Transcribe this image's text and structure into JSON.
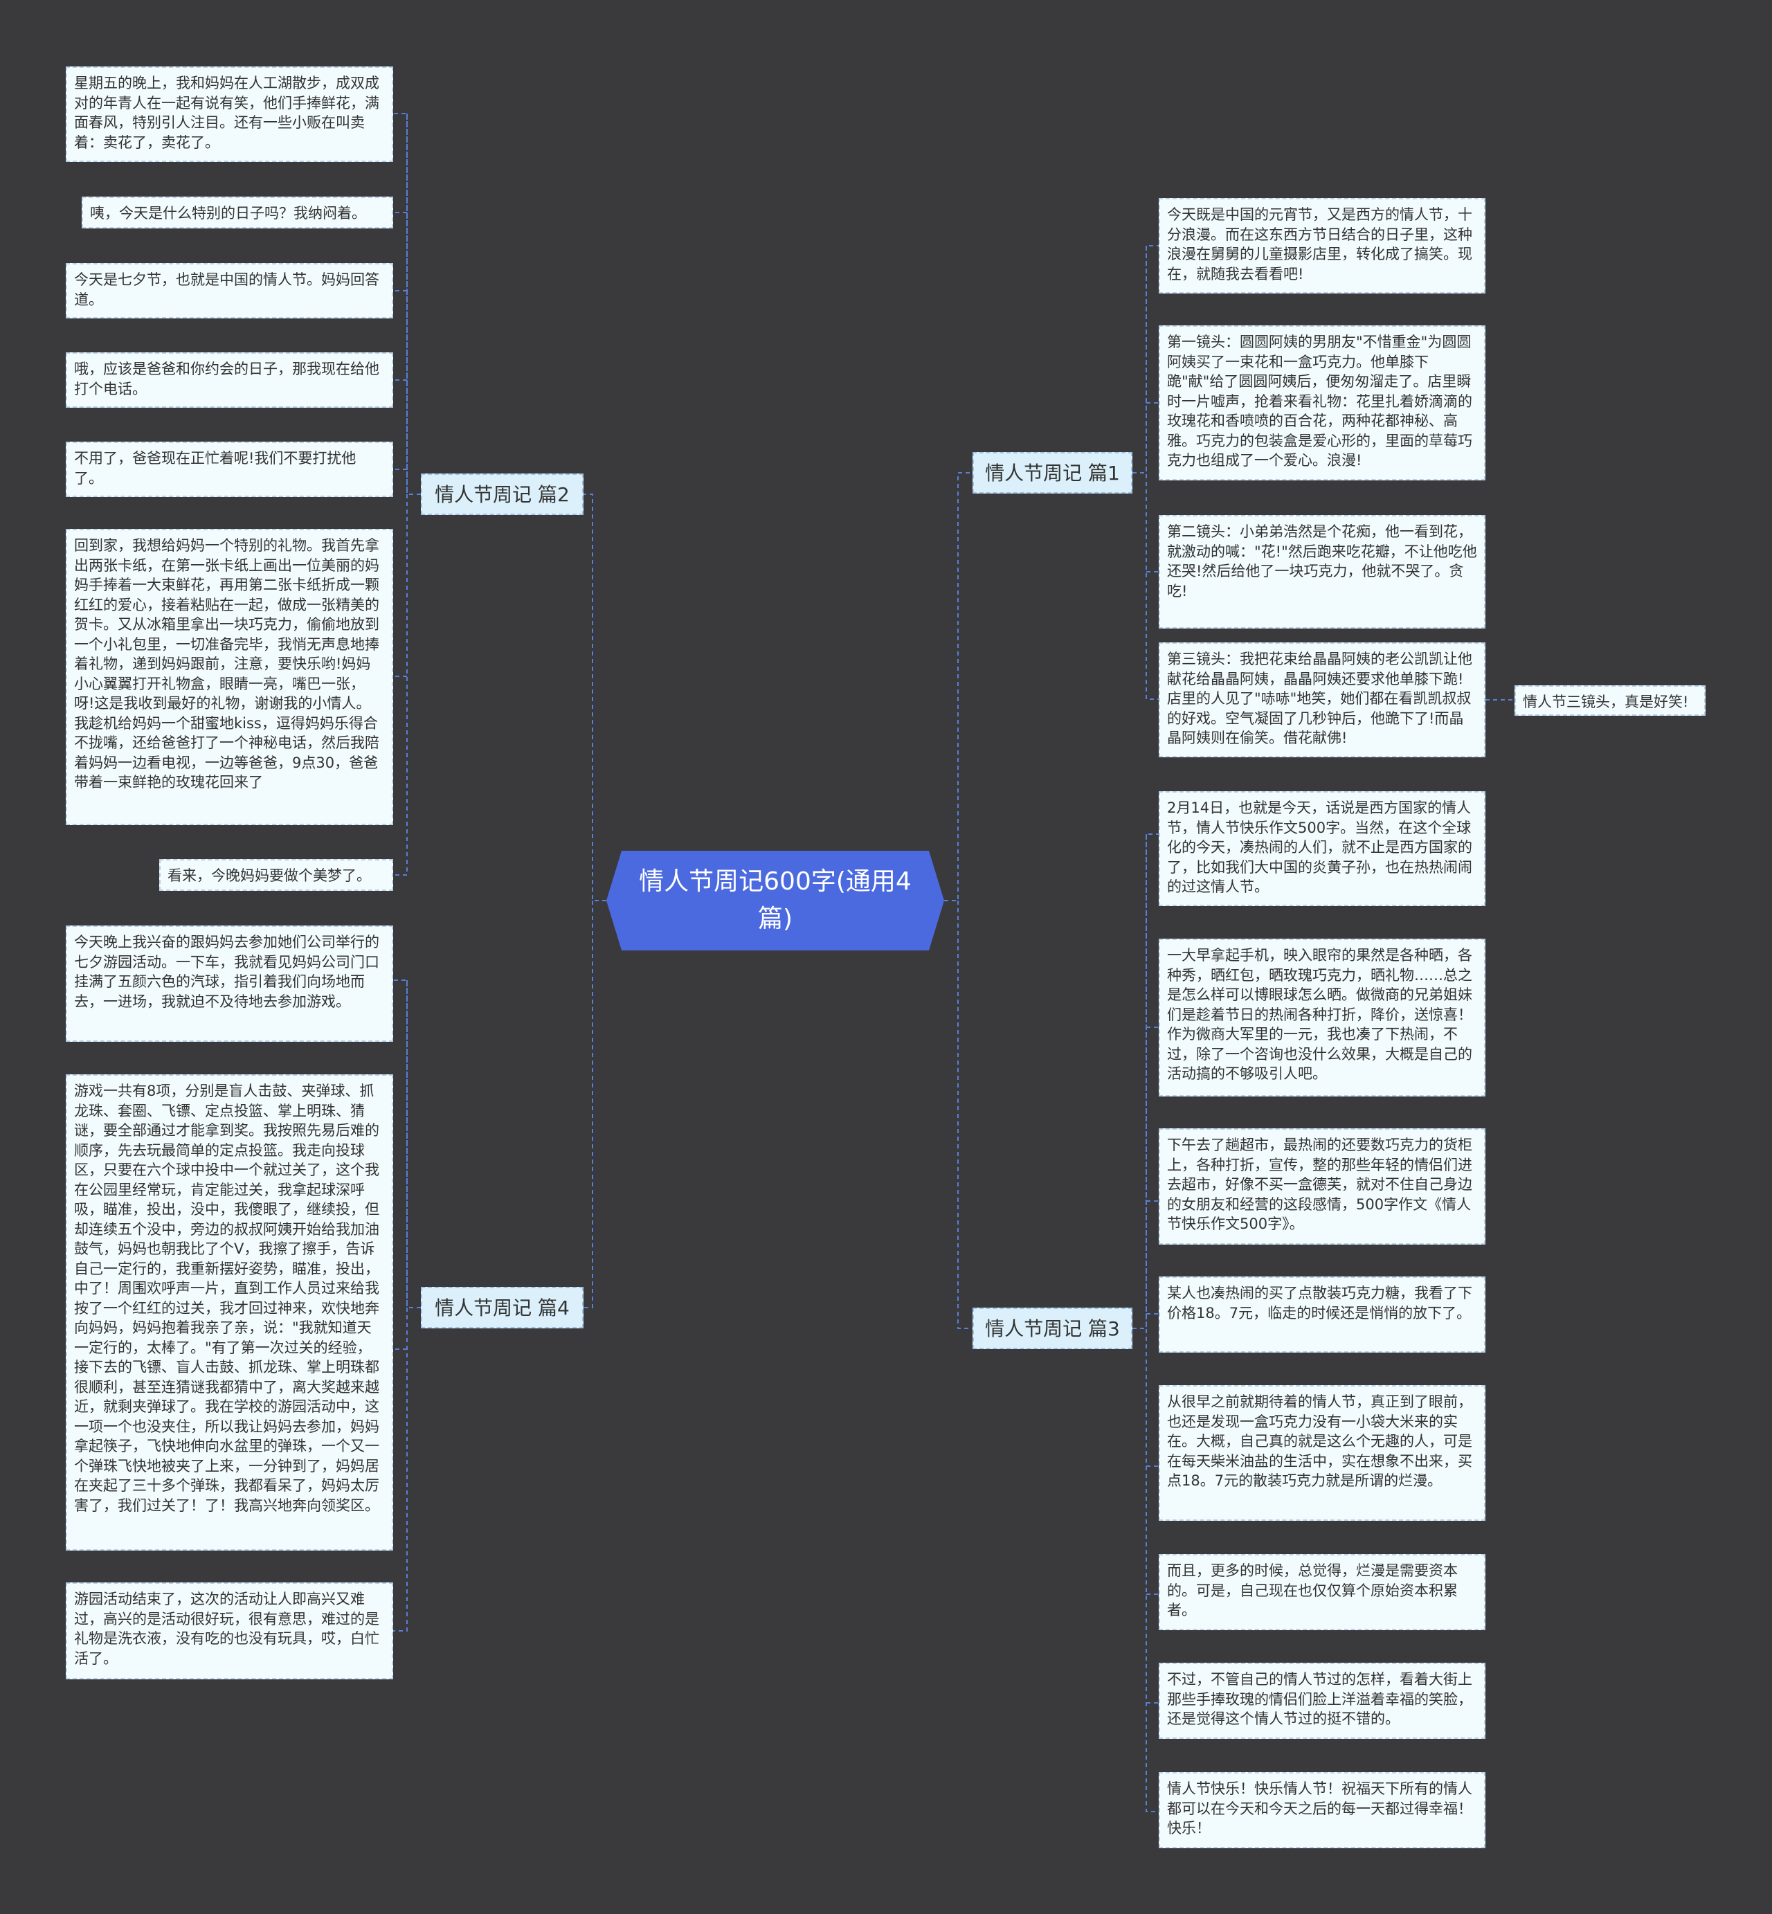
{
  "root": {
    "title": "情人节周记600字(通用4篇)"
  },
  "branches": {
    "b1": {
      "label": "情人节周记 篇1",
      "items": [
        "今天既是中国的元宵节，又是西方的情人节，十分浪漫。而在这东西方节日结合的日子里，这种浪漫在舅舅的儿童摄影店里，转化成了搞笑。现在，就随我去看看吧!",
        "第一镜头：圆圆阿姨的男朋友\"不惜重金\"为圆圆阿姨买了一束花和一盒巧克力。他单膝下跪\"献\"给了圆圆阿姨后，便匆匆溜走了。店里瞬时一片嘘声，抢着来看礼物：花里扎着娇滴滴的玫瑰花和香喷喷的百合花，两种花都神秘、高雅。巧克力的包装盒是爱心形的，里面的草莓巧克力也组成了一个爱心。浪漫!",
        "第二镜头：小弟弟浩然是个花痴，他一看到花，就激动的喊：\"花!\"然后跑来吃花瓣，不让他吃他还哭!然后给他了一块巧克力，他就不哭了。贪吃!",
        "第三镜头：我把花束给晶晶阿姨的老公凯凯让他献花给晶晶阿姨，晶晶阿姨还要求他单膝下跪!店里的人见了\"哧哧\"地笑，她们都在看凯凯叔叔的好戏。空气凝固了几秒钟后，他跪下了!而晶晶阿姨则在偷笑。借花献佛!"
      ],
      "sub_item": "情人节三镜头，真是好笑!"
    },
    "b2": {
      "label": "情人节周记 篇2",
      "items": [
        "星期五的晚上，我和妈妈在人工湖散步，成双成对的年青人在一起有说有笑，他们手捧鲜花，满面春风，特别引人注目。还有一些小贩在叫卖着：卖花了，卖花了。",
        "咦，今天是什么特别的日子吗？我纳闷着。",
        "今天是七夕节，也就是中国的情人节。妈妈回答道。",
        "哦，应该是爸爸和你约会的日子，那我现在给他打个电话。",
        "不用了，爸爸现在正忙着呢!我们不要打扰他了。",
        "回到家，我想给妈妈一个特别的礼物。我首先拿出两张卡纸，在第一张卡纸上画出一位美丽的妈妈手捧着一大束鲜花，再用第二张卡纸折成一颗红红的爱心，接着粘贴在一起，做成一张精美的贺卡。又从冰箱里拿出一块巧克力，偷偷地放到一个小礼包里，一切准备完毕，我悄无声息地捧着礼物，递到妈妈跟前，注意，要快乐哟!妈妈小心翼翼打开礼物盒，眼睛一亮，嘴巴一张，呀!这是我收到最好的礼物，谢谢我的小情人。我趁机给妈妈一个甜蜜地kiss，逗得妈妈乐得合不拢嘴，还给爸爸打了一个神秘电话，然后我陪着妈妈一边看电视，一边等爸爸，9点30，爸爸带着一束鲜艳的玫瑰花回来了",
        "看来，今晚妈妈要做个美梦了。"
      ]
    },
    "b3": {
      "label": "情人节周记 篇3",
      "items": [
        "2月14日，也就是今天，话说是西方国家的情人节，情人节快乐作文500字。当然，在这个全球化的今天，凑热闹的人们，就不止是西方国家的了，比如我们大中国的炎黄子孙，也在热热闹闹的过这情人节。",
        "一大早拿起手机，映入眼帘的果然是各种晒，各种秀，晒红包，晒玫瑰巧克力，晒礼物……总之是怎么样可以博眼球怎么晒。做微商的兄弟姐妹们是趁着节日的热闹各种打折，降价，送惊喜！作为微商大军里的一元，我也凑了下热闹，不过，除了一个咨询也没什么效果，大概是自己的活动搞的不够吸引人吧。",
        "下午去了趟超市，最热闹的还要数巧克力的货柜上，各种打折，宣传，整的那些年轻的情侣们进去超市，好像不买一盒德芙，就对不住自己身边的女朋友和经营的这段感情，500字作文《情人节快乐作文500字》。",
        "某人也凑热闹的买了点散装巧克力糖，我看了下价格18。7元，临走的时候还是悄悄的放下了。",
        "从很早之前就期待着的情人节，真正到了眼前，也还是发现一盒巧克力没有一小袋大米来的实在。大概，自己真的就是这么个无趣的人，可是在每天柴米油盐的生活中，实在想象不出来，买点18。7元的散装巧克力就是所谓的烂漫。",
        "而且，更多的时候，总觉得，烂漫是需要资本的。可是，自己现在也仅仅算个原始资本积累者。",
        "不过，不管自己的情人节过的怎样，看着大街上那些手捧玫瑰的情侣们脸上洋溢着幸福的笑脸，还是觉得这个情人节过的挺不错的。",
        "情人节快乐！快乐情人节！祝福天下所有的情人都可以在今天和今天之后的每一天都过得幸福！快乐！"
      ]
    },
    "b4": {
      "label": "情人节周记 篇4",
      "items": [
        "今天晚上我兴奋的跟妈妈去参加她们公司举行的七夕游园活动。一下车，我就看见妈妈公司门口挂满了五颜六色的汽球，指引着我们向场地而去，一进场，我就迫不及待地去参加游戏。",
        "游戏一共有8项，分别是盲人击鼓、夹弹球、抓龙珠、套圈、飞镖、定点投篮、掌上明珠、猜谜，要全部通过才能拿到奖。我按照先易后难的顺序，先去玩最简单的定点投篮。我走向投球区，只要在六个球中投中一个就过关了，这个我在公园里经常玩，肯定能过关，我拿起球深呼吸，瞄准，投出，没中，我傻眼了，继续投，但却连续五个没中，旁边的叔叔阿姨开始给我加油鼓气，妈妈也朝我比了个V，我擦了擦手，告诉自己一定行的，我重新摆好姿势，瞄准，投出，中了！周围欢呼声一片，直到工作人员过来给我按了一个红红的过关，我才回过神来，欢快地奔向妈妈，妈妈抱着我亲了亲，说：\"我就知道天一定行的，太棒了。\"有了第一次过关的经验，接下去的飞镖、盲人击鼓、抓龙珠、掌上明珠都很顺利，甚至连猜谜我都猜中了，离大奖越来越近，就剩夹弹球了。我在学校的游园活动中，这一项一个也没夹住，所以我让妈妈去参加，妈妈拿起筷子，飞快地伸向水盆里的弹珠，一个又一个弹珠飞快地被夹了上来，一分钟到了，妈妈居在夹起了三十多个弹珠，我都看呆了，妈妈太厉害了，我们过关了！了！我高兴地奔向领奖区。",
        "游园活动结束了，这次的活动让人即高兴又难过，高兴的是活动很好玩，很有意思，难过的是礼物是洗衣液，没有吃的也没有玩具，哎，白忙活了。"
      ]
    }
  }
}
